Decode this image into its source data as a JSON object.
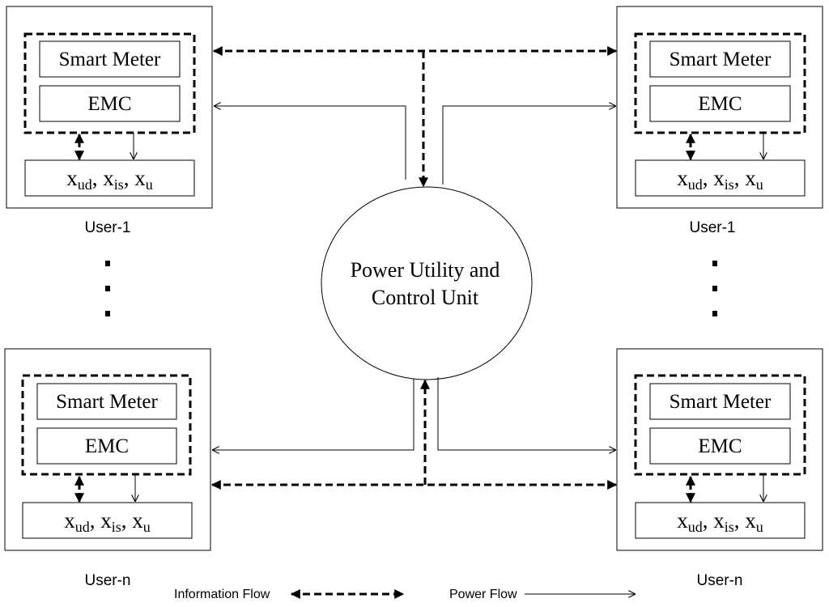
{
  "hub": {
    "line1": "Power Utility and",
    "line2": "Control Unit"
  },
  "users": [
    {
      "label": "User-1",
      "meter": "Smart Meter",
      "controller": "EMC",
      "vars": {
        "v1": "x",
        "s1": "ud",
        "v2": "x",
        "s2": "is",
        "v3": "x",
        "s3": "u"
      }
    },
    {
      "label": "User-1",
      "meter": "Smart Meter",
      "controller": "EMC",
      "vars": {
        "v1": "x",
        "s1": "ud",
        "v2": "x",
        "s2": "is",
        "v3": "x",
        "s3": "u"
      }
    },
    {
      "label": "User-n",
      "meter": "Smart Meter",
      "controller": "EMC",
      "vars": {
        "v1": "x",
        "s1": "ud",
        "v2": "x",
        "s2": "is",
        "v3": "x",
        "s3": "u"
      }
    },
    {
      "label": "User-n",
      "meter": "Smart Meter",
      "controller": "EMC",
      "vars": {
        "v1": "x",
        "s1": "ud",
        "v2": "x",
        "s2": "is",
        "v3": "x",
        "s3": "u"
      }
    }
  ],
  "legend": {
    "information": "Information Flow",
    "power": "Power Flow"
  }
}
